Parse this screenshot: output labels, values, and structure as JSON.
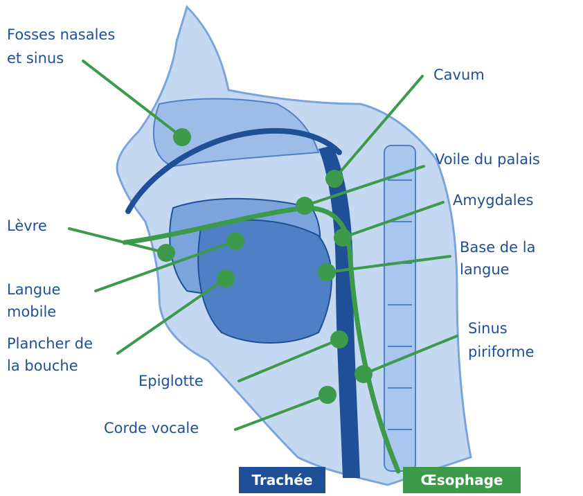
{
  "labels": {
    "fosses_nasales_line1": "Fosses nasales",
    "fosses_nasales_line2": "et sinus",
    "cavum": "Cavum",
    "voile_du_palais": "Voile du palais",
    "amygdales": "Amygdales",
    "levre": "Lèvre",
    "base_langue_line1": "Base de la",
    "base_langue_line2": "langue",
    "langue_mobile_line1": "Langue",
    "langue_mobile_line2": "mobile",
    "plancher_line1": "Plancher de",
    "plancher_line2": "la bouche",
    "sinus_piriforme_line1": "Sinus",
    "sinus_piriforme_line2": "piriforme",
    "epiglotte": "Epiglotte",
    "corde_vocale": "Corde vocale"
  },
  "legend": {
    "trachee": "Trachée",
    "oesophage": "Œsophage"
  },
  "colors": {
    "label_text": "#1f4f96",
    "leader_green": "#3c9a4a",
    "trachee_box": "#1f4f96",
    "oesophage_box": "#3c9a4a",
    "anatomy_light": "#c5d8f2",
    "anatomy_mid": "#7ba4dc",
    "anatomy_dark": "#1f4f96"
  }
}
